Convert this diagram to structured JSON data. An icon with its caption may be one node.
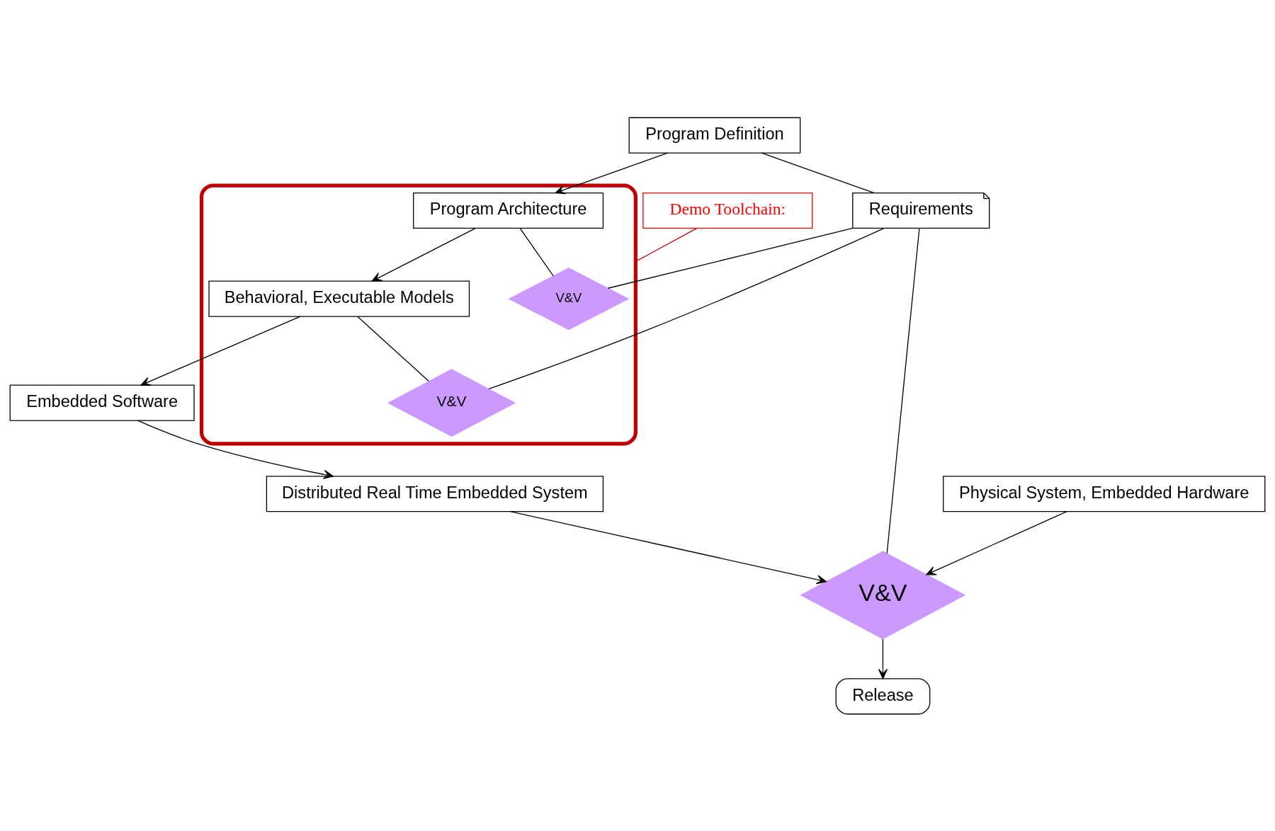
{
  "diagram": {
    "nodes": [
      {
        "text": [
          "Program Definition"
        ]
      },
      {
        "text": [
          "Requirements"
        ]
      },
      {
        "text": [
          "Release"
        ]
      },
      {
        "text": [],
        "shape": "ellipse"
      },
      {
        "text": [
          "V&V"
        ],
        "in": 3
      },
      {
        "text": [
          "Program Architecture"
        ],
        "in": 3
      },
      {
        "text": [
          "V&V"
        ],
        "in": 3
      },
      {
        "text": [
          "Behavioral, Executable Models"
        ],
        "in": 3
      },
      {
        "text": [
          "Embedded Software"
        ]
      },
      {
        "text": [
          "V&V"
        ]
      },
      {
        "text": [
          "Demo Toolchain:"
        ]
      },
      {
        "text": [
          "Distributed Real Time Embedded System"
        ]
      },
      {
        "text": [
          "Physical System, Embedded Hardware"
        ]
      }
    ],
    "edges": [
      {
        "from": 0,
        "to": 5,
        "arrow": "to"
      },
      {
        "from": 0,
        "to": 1,
        "arrow": "none"
      },
      {
        "from": 1,
        "to": 4,
        "arrow": "none"
      },
      {
        "from": 5,
        "to": 4,
        "arrow": "none"
      },
      {
        "from": 5,
        "to": 7,
        "arrow": "to"
      },
      {
        "from": 1,
        "to": 6,
        "arrow": "none"
      },
      {
        "from": 7,
        "to": 6,
        "arrow": "none"
      },
      {
        "from": 7,
        "to": 8,
        "arrow": "to"
      },
      {
        "from": 8,
        "to": 11,
        "arrow": "to"
      },
      {
        "from": 11,
        "to": 9,
        "arrow": "to"
      },
      {
        "from": 12,
        "to": 9,
        "arrow": "to"
      },
      {
        "from": 1,
        "to": 9,
        "arrow": "none"
      },
      {
        "from": 9,
        "to": 2,
        "arrow": "to"
      },
      {
        "from": 10,
        "to": 3,
        "arrow": "none",
        "color": "#cc0000"
      }
    ]
  }
}
